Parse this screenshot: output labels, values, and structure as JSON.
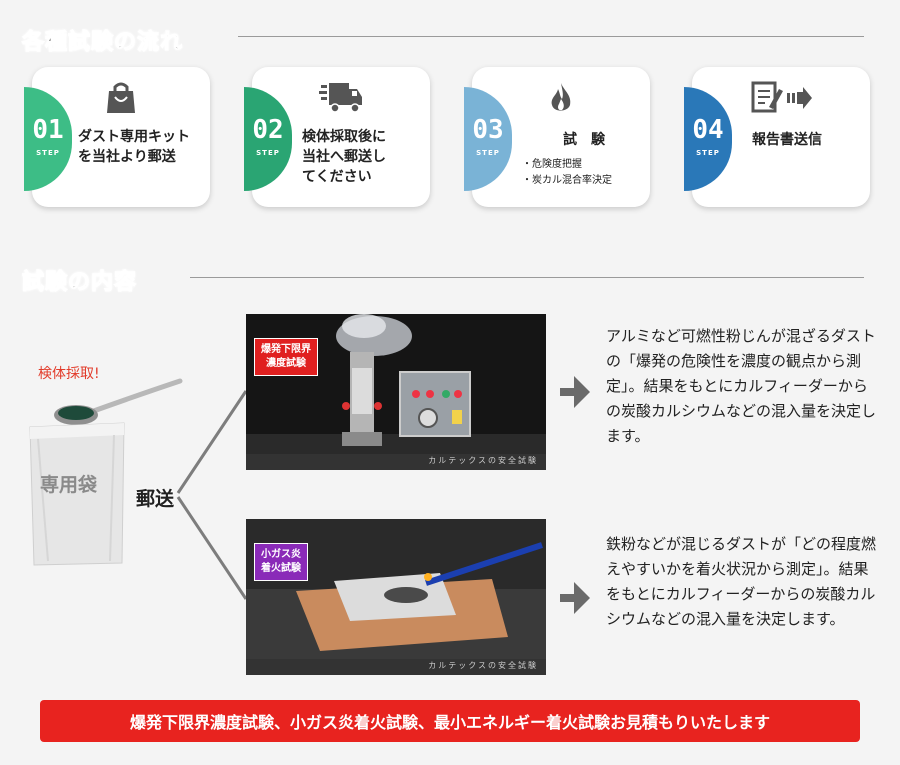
{
  "section1": {
    "title": "各種試験の流れ"
  },
  "steps": [
    {
      "number": "01",
      "step_word": "STEP",
      "icon": "shopping-bag-icon",
      "text": "ダスト専用キット\nを当社より郵送",
      "color": "#3dbd86"
    },
    {
      "number": "02",
      "step_word": "STEP",
      "icon": "delivery-truck-icon",
      "text": "検体採取後に\n当社へ郵送し\nてください",
      "color": "#2aa573"
    },
    {
      "number": "03",
      "step_word": "STEP",
      "icon": "flame-icon",
      "title": "試　験",
      "items": [
        "・危険度把握",
        "・炭カル混合率決定"
      ],
      "color": "#7ab3d6"
    },
    {
      "number": "04",
      "step_word": "STEP",
      "icon": "report-send-icon",
      "text": "報告書送信",
      "color": "#2a78b8"
    }
  ],
  "section2": {
    "title": "試験の内容"
  },
  "sample": {
    "label": "検体採取!",
    "bag_label": "専用袋",
    "mail_label": "郵送"
  },
  "tests": [
    {
      "tag": "爆発下限界\n濃度試験",
      "tag_color": "#e02020",
      "video_caption": "カルテックスの安全試験",
      "description": "アルミなど可燃性粉じんが混ざるダストの「爆発の危険性を濃度の観点から測定」。結果をもとにカルフィーダーからの炭酸カルシウムなどの混入量を決定します。"
    },
    {
      "tag": "小ガス炎\n着火試験",
      "tag_color": "#8a2ab8",
      "video_caption": "カルテックスの安全試験",
      "description": "鉄粉などが混じるダストが「どの程度燃えやすいかを着火状況から測定」。結果をもとにカルフィーダーからの炭酸カルシウムなどの混入量を決定します。"
    }
  ],
  "banner": {
    "text": "爆発下限界濃度試験、小ガス炎着火試験、最小エネルギー着火試験お見積もりいたします",
    "color": "#e8231f"
  }
}
